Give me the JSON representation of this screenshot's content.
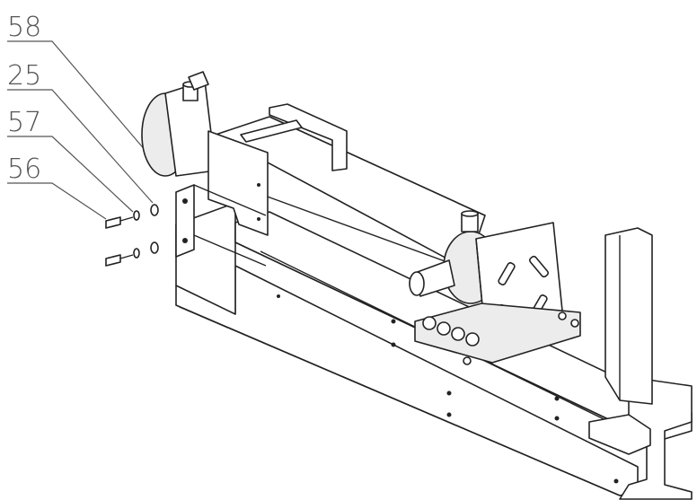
{
  "callouts": [
    {
      "label": "58"
    },
    {
      "label": "25"
    },
    {
      "label": "57"
    },
    {
      "label": "56"
    }
  ]
}
